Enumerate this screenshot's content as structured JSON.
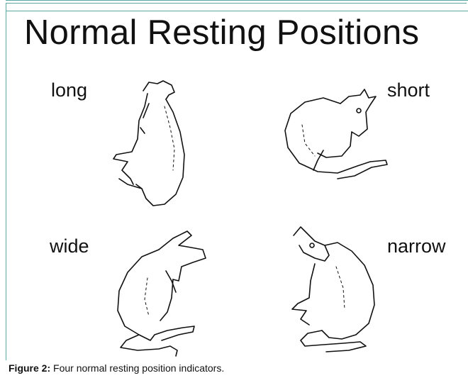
{
  "figure": {
    "title": "Normal Resting Positions",
    "positions": {
      "long": "long",
      "short": "short",
      "wide": "wide",
      "narrow": "narrow"
    },
    "caption_label": "Figure 2:",
    "caption_text": " Four normal resting position indicators."
  }
}
